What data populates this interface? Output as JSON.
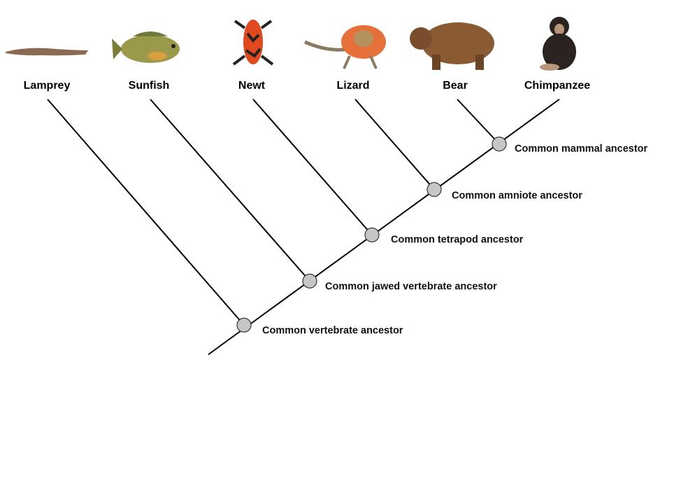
{
  "title": "Vertebrate phylogenetic tree",
  "species": [
    {
      "name": "Lamprey",
      "icon": "lamprey-icon"
    },
    {
      "name": "Sunfish",
      "icon": "sunfish-icon"
    },
    {
      "name": "Newt",
      "icon": "newt-icon"
    },
    {
      "name": "Lizard",
      "icon": "lizard-icon"
    },
    {
      "name": "Bear",
      "icon": "bear-icon"
    },
    {
      "name": "Chimpanzee",
      "icon": "chimpanzee-icon"
    }
  ],
  "ancestors": [
    {
      "label": "Common vertebrate ancestor"
    },
    {
      "label": "Common jawed vertebrate ancestor"
    },
    {
      "label": "Common tetrapod ancestor"
    },
    {
      "label": "Common amniote ancestor"
    },
    {
      "label": "Common mammal ancestor"
    }
  ],
  "colors": {
    "node_fill": "#c6c6c6",
    "line": "#000000"
  }
}
